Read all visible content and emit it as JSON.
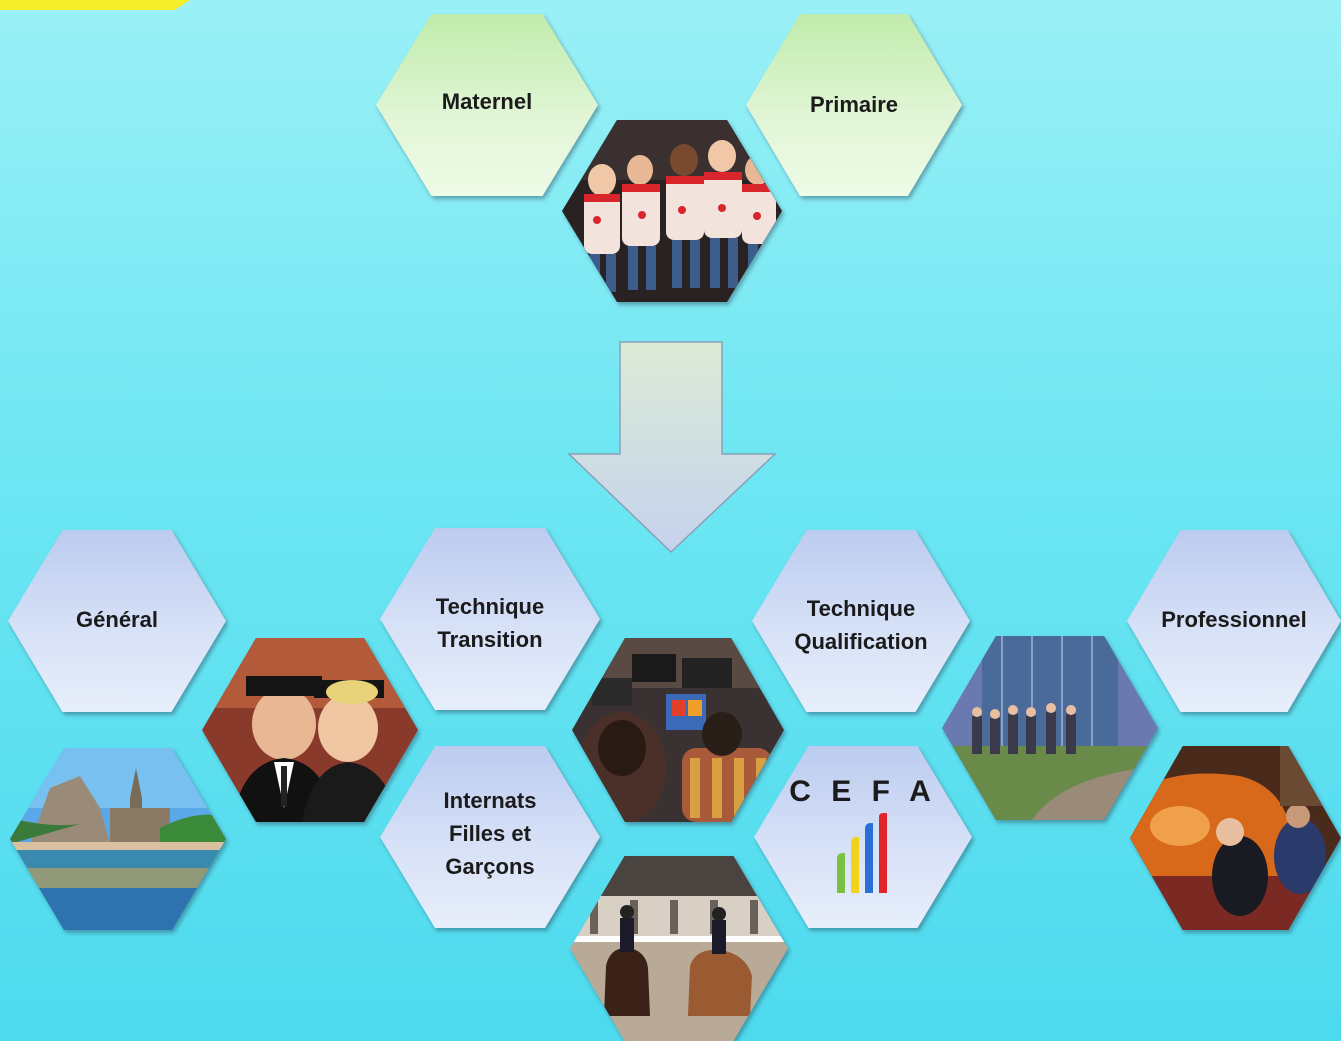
{
  "top_level": {
    "maternel": "Maternel",
    "primaire": "Primaire"
  },
  "secondary": {
    "general": "Général",
    "technique_transition": "Technique\nTransition",
    "technique_qualification": "Technique\nQualification",
    "professionnel": "Professionnel",
    "internats": "Internats\nFilles et\nGarçons",
    "cefa": "C E F A"
  },
  "colors": {
    "background": "#6de6f2",
    "top_hex_fill": "#d6f2c6",
    "bottom_hex_fill": "#d3def6",
    "arrow_fill": "#c9d7ee",
    "cefa_bar_green": "#7ac142",
    "cefa_bar_yellow": "#f2d21a",
    "cefa_bar_blue": "#2a6fd8",
    "cefa_bar_red": "#e0262b"
  },
  "icons": [
    "photo-children-dancing",
    "photo-graduates",
    "photo-town-cathedral-river",
    "photo-computer-lab",
    "photo-horse-riders",
    "photo-students-outdoor",
    "photo-car-workshop",
    "cefa-bars-icon",
    "down-arrow-icon"
  ]
}
